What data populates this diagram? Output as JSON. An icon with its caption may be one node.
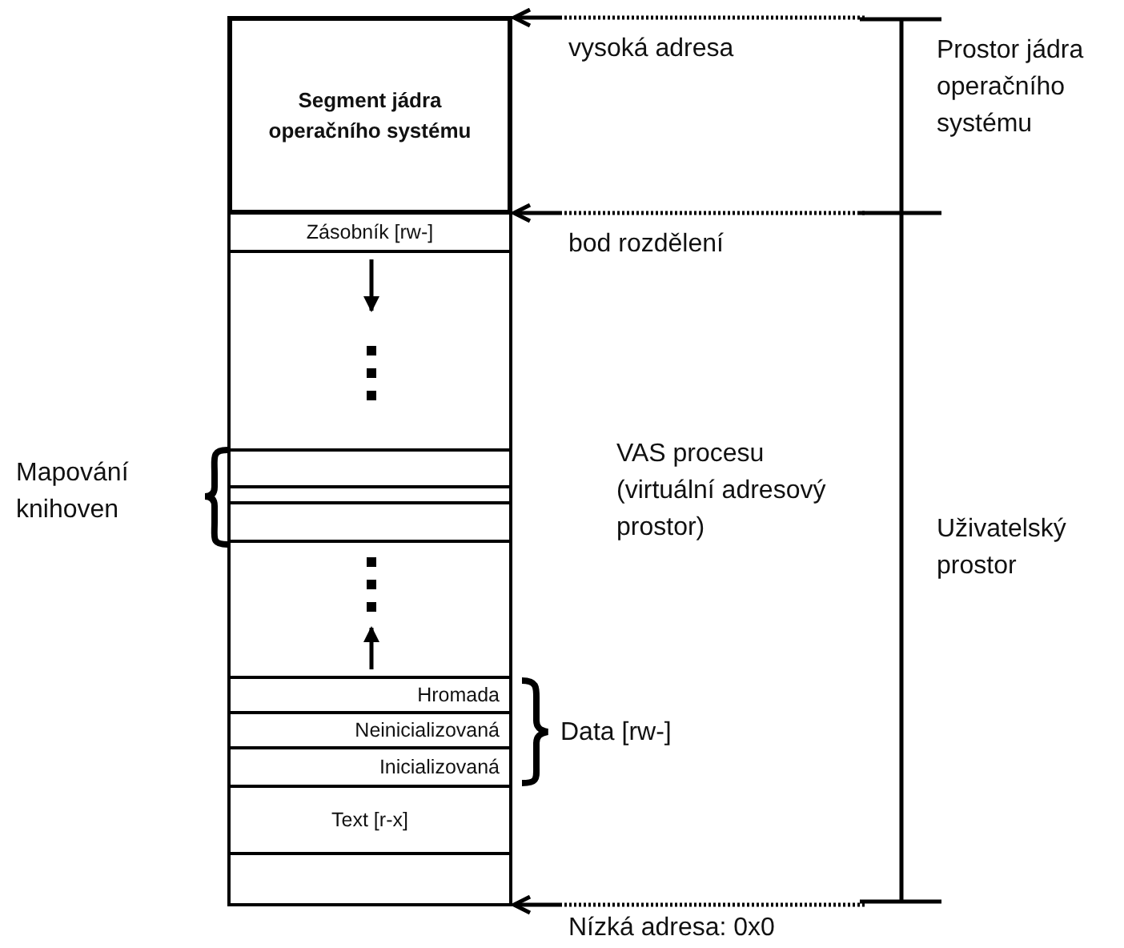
{
  "diagram": {
    "nodes": [
      {
        "text": [
          "Segment jádra operačního systému"
        ]
      },
      {
        "text": [
          "Zásobník [rw-]"
        ]
      },
      {
        "text": [],
        "shape": "box"
      },
      {
        "text": [],
        "shape": "box"
      },
      {
        "text": [],
        "shape": "box"
      },
      {
        "text": [],
        "shape": "box"
      },
      {
        "text": [],
        "shape": "box"
      },
      {
        "text": [
          "Hromada"
        ]
      },
      {
        "text": [
          "Neinicializovaná"
        ]
      },
      {
        "text": [
          "Inicializovaná"
        ]
      },
      {
        "text": [
          "Text [r-x]"
        ]
      },
      {
        "text": [],
        "shape": "box"
      }
    ],
    "edges": [
      {
        "from": null,
        "to": 0,
        "arrow": "to",
        "label": "vysoká adresa"
      },
      {
        "from": null,
        "to": 1,
        "arrow": "to",
        "label": "bod rozdělení"
      },
      {
        "from": null,
        "to": 11,
        "arrow": "to",
        "label": "Nízká adresa: 0x0"
      }
    ],
    "labels": [
      "Prostor jádra operačního systému",
      "VAS procesu (virtuální adresový prostor)",
      "Mapování knihoven",
      "Uživatelský prostor",
      "Data [rw-]"
    ]
  }
}
